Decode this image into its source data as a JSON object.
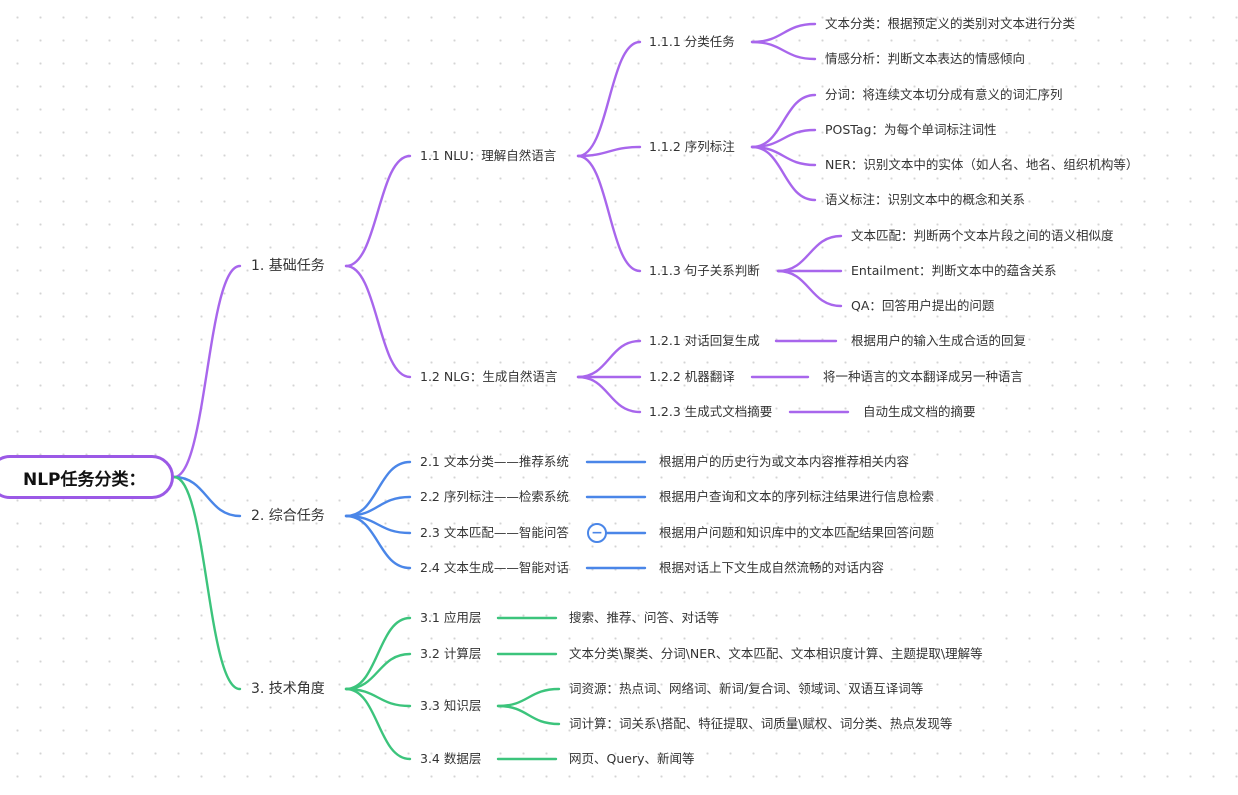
{
  "colors": {
    "purple": "#a866ec",
    "blue": "#4a86e8",
    "green": "#3cc47c"
  },
  "root": "NLP任务分类：",
  "n1": "1. 基础任务",
  "n11": "1.1 NLU：理解自然语言",
  "n111": "1.1.1 分类任务",
  "n111a": "文本分类：根据预定义的类别对文本进行分类",
  "n111b": "情感分析：判断文本表达的情感倾向",
  "n112": "1.1.2 序列标注",
  "n112a": "分词：将连续文本切分成有意义的词汇序列",
  "n112b": "POSTag：为每个单词标注词性",
  "n112c": "NER：识别文本中的实体（如人名、地名、组织机构等）",
  "n112d": "语义标注：识别文本中的概念和关系",
  "n113": "1.1.3 句子关系判断",
  "n113a": "文本匹配：判断两个文本片段之间的语义相似度",
  "n113b": "Entailment：判断文本中的蕴含关系",
  "n113c": "QA：回答用户提出的问题",
  "n12": "1.2 NLG：生成自然语言",
  "n121": "1.2.1 对话回复生成",
  "n121a": "根据用户的输入生成合适的回复",
  "n122": "1.2.2 机器翻译",
  "n122a": "将一种语言的文本翻译成另一种语言",
  "n123": "1.2.3 生成式文档摘要",
  "n123a": "自动生成文档的摘要",
  "n2": "2. 综合任务",
  "n21": "2.1 文本分类——推荐系统",
  "n21a": "根据用户的历史行为或文本内容推荐相关内容",
  "n22": "2.2 序列标注——检索系统",
  "n22a": "根据用户查询和文本的序列标注结果进行信息检索",
  "n23": "2.3 文本匹配——智能问答",
  "n23a": "根据用户问题和知识库中的文本匹配结果回答问题",
  "n24": "2.4 文本生成——智能对话",
  "n24a": "根据对话上下文生成自然流畅的对话内容",
  "n3": "3. 技术角度",
  "n31": "3.1 应用层",
  "n31a": "搜索、推荐、问答、对话等",
  "n32": "3.2 计算层",
  "n32a": "文本分类\\聚类、分词\\NER、文本匹配、文本相识度计算、主题提取\\理解等",
  "n33": "3.3 知识层",
  "n33a": "词资源：热点词、网络词、新词/复合词、领域词、双语互译词等",
  "n33b": "词计算：词关系\\搭配、特征提取、词质量\\赋权、词分类、热点发现等",
  "n34": "3.4 数据层",
  "n34a": "网页、Query、新闻等"
}
